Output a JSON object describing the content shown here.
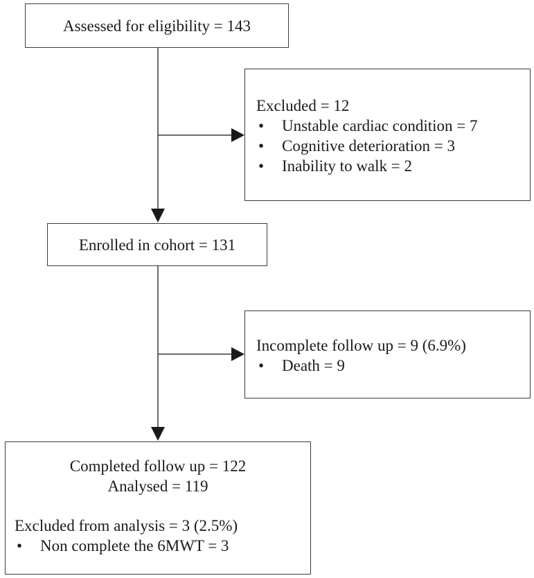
{
  "nodes": {
    "assessed": {
      "text": "Assessed for eligibility = 143"
    },
    "excluded": {
      "title": "Excluded = 12",
      "items": [
        "Unstable cardiac condition = 7",
        "Cognitive deterioration = 3",
        "Inability to walk = 2"
      ]
    },
    "enrolled": {
      "text": "Enrolled in cohort = 131"
    },
    "incomplete": {
      "title": "Incomplete follow up = 9 (6.9%)",
      "items": [
        "Death = 9"
      ]
    },
    "completed": {
      "line1": "Completed follow up = 122",
      "line2": "Analysed = 119",
      "excluded_title": "Excluded from analysis = 3 (2.5%)",
      "items": [
        "Non complete the 6MWT = 3"
      ]
    }
  },
  "bullet_symbol": "•"
}
